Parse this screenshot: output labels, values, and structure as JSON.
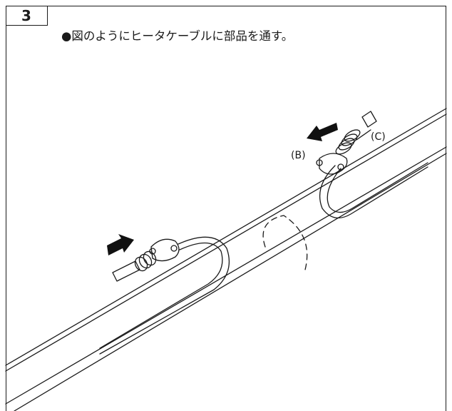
{
  "step": {
    "number": "3",
    "instruction": "●図のようにヒータケーブルに部品を通す。"
  },
  "diagram": {
    "label_b": "(B)",
    "label_c": "(C)",
    "stroke_color": "#1a1a1a",
    "arrow_color": "#111111"
  }
}
